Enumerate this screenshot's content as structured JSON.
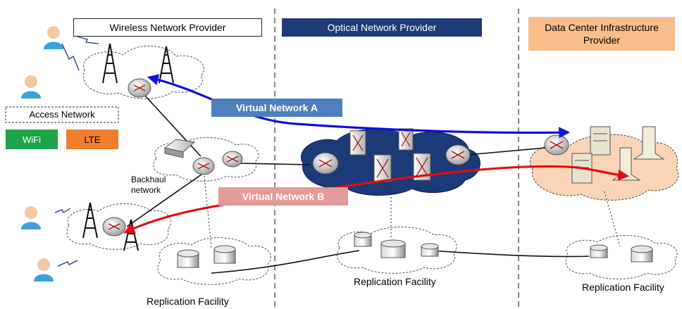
{
  "providers": {
    "wireless": "Wireless Network Provider",
    "optical": "Optical Network Provider",
    "datacenter_line1": "Data Center Infrastructure",
    "datacenter_line2": "Provider"
  },
  "access_network": {
    "title": "Access Network",
    "wifi": "WiFi",
    "lte": "LTE"
  },
  "backhaul": {
    "line1": "Backhaul",
    "line2": "network"
  },
  "virtual_networks": {
    "a": "Virtual Network A",
    "b": "Virtual Network B"
  },
  "replication": {
    "left": "Replication Facility",
    "center": "Replication Facility",
    "right": "Replication Facility"
  },
  "colors": {
    "wireless_header_bg": "#ffffff",
    "optical_header_bg": "#1f3a78",
    "datacenter_header_bg": "#f7be8c",
    "virtual_a_label": "#4f7fbd",
    "virtual_b_label": "#e39a98",
    "virtual_a_line": "#1010e0",
    "virtual_b_line": "#e01010",
    "wifi": "#1ea34a",
    "lte": "#ef7f2f",
    "optical_cloud": "#1c3a78",
    "datacenter_cloud": "#fbd3b6"
  }
}
